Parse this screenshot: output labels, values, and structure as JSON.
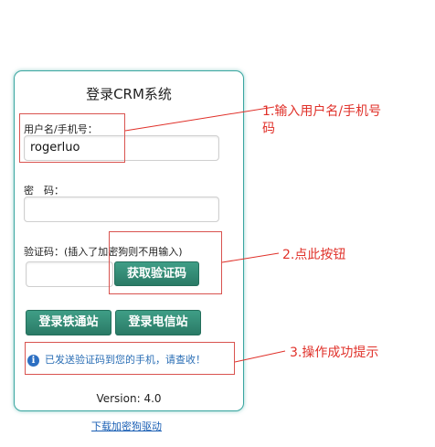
{
  "form": {
    "title": "登录CRM系统",
    "username_label": "用户名/手机号：",
    "username_value": "rogerluo",
    "password_label": "密　码：",
    "password_value": "",
    "code_label": "验证码：(插入了加密狗则不用输入)",
    "code_value": "",
    "get_code_button": "获取验证码",
    "login_tietong_button": "登录铁通站",
    "login_dianxin_button": "登录电信站",
    "success_message": "已发送验证码到您的手机，请查收！",
    "info_icon_glyph": "i",
    "version": "Version: 4.0",
    "download_link": "下载加密狗驱动"
  },
  "annotations": {
    "step1_line1": "1.输入用户名/手机号",
    "step1_line2": "码",
    "step2": "2.点此按钮",
    "step3": "3.操作成功提示",
    "color": "#e0312a"
  },
  "icons": {
    "info": "info-icon"
  }
}
